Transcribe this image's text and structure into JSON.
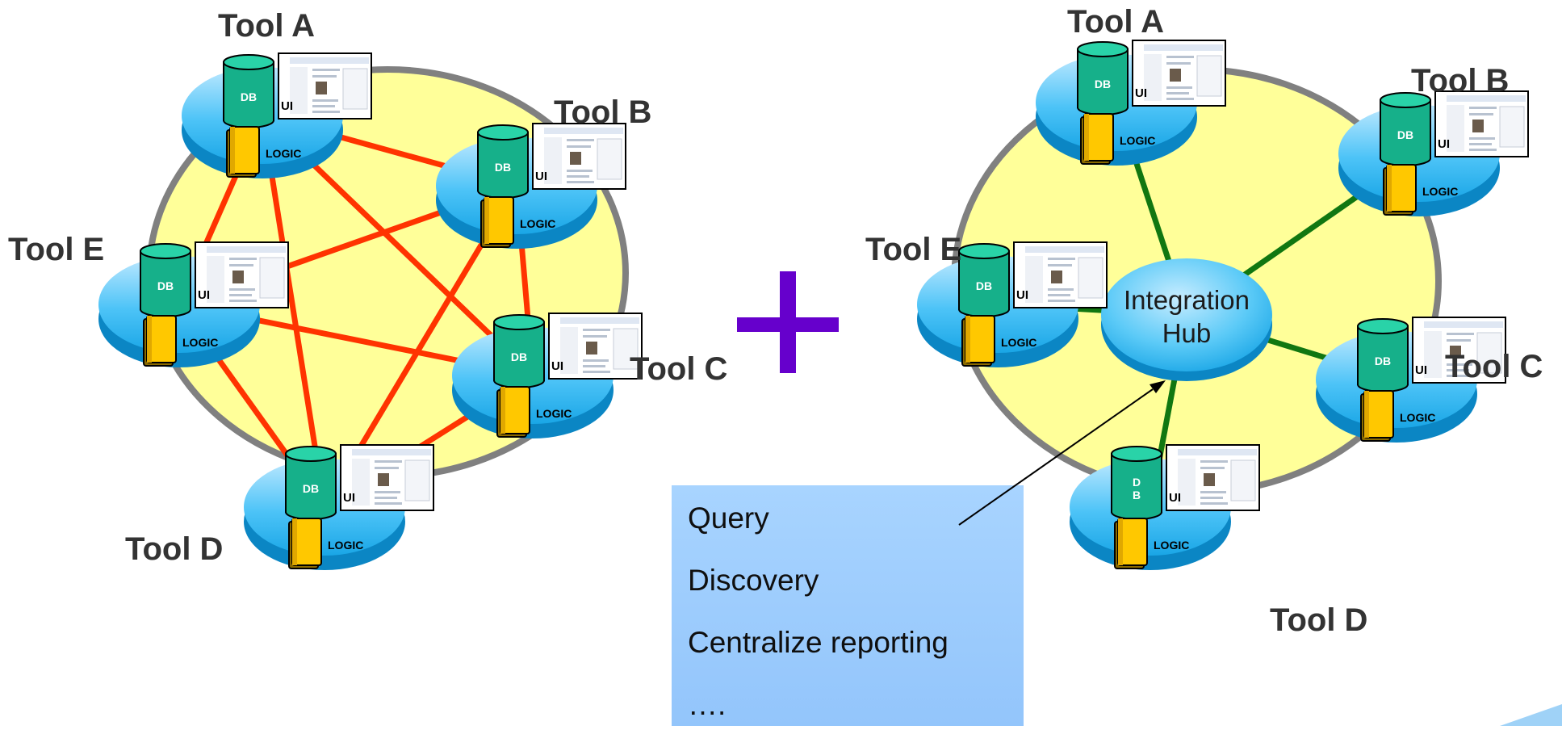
{
  "colors": {
    "ring_fill": "#ffff99",
    "ring_stroke": "#808080",
    "node_fill": "#29b6f6",
    "db_fill": "#1abc8c",
    "logic_fill": "#ffcc00",
    "mesh_link": "#ff3300",
    "hub_link": "#117711",
    "plus": "#6600cc",
    "feature_box": "#99ccff"
  },
  "component_labels": {
    "db": "DB",
    "db_split": "D\nB",
    "ui": "UI",
    "logic": "LOGIC"
  },
  "left_diagram": {
    "tools": [
      {
        "id": "A",
        "label": "Tool A"
      },
      {
        "id": "B",
        "label": "Tool B"
      },
      {
        "id": "C",
        "label": "Tool C"
      },
      {
        "id": "D",
        "label": "Tool D"
      },
      {
        "id": "E",
        "label": "Tool E"
      }
    ]
  },
  "plus_sign": "+",
  "right_diagram": {
    "hub": {
      "line1": "Integration",
      "line2": "Hub"
    },
    "tools": [
      {
        "id": "A",
        "label": "Tool A"
      },
      {
        "id": "B",
        "label": "Tool B"
      },
      {
        "id": "C",
        "label": "Tool C"
      },
      {
        "id": "D",
        "label": "Tool D"
      },
      {
        "id": "E",
        "label": "Tool E"
      }
    ]
  },
  "features": {
    "items": [
      "Query",
      "Discovery",
      "Centralize reporting",
      "…."
    ]
  }
}
